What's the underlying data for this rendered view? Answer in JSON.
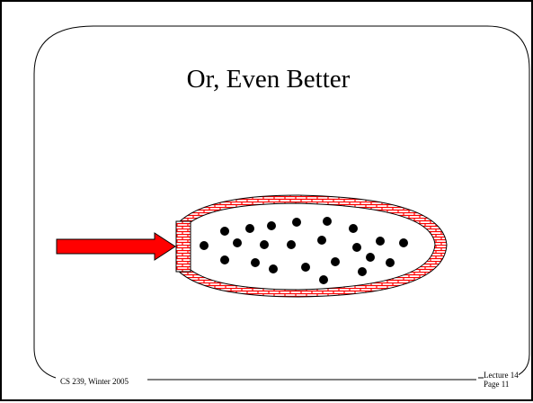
{
  "slide": {
    "title": "Or, Even Better",
    "footer_left": "CS 239, Winter 2005",
    "footer_right_line1": "Lecture 14",
    "footer_right_line2": "Page 11"
  },
  "diagram": {
    "arrow_color": "#ff0000",
    "wall_color": "#ff0000",
    "dot_color": "#000000",
    "icons": [
      "arrow-icon",
      "brick-wall-icon",
      "particle-icon"
    ]
  }
}
